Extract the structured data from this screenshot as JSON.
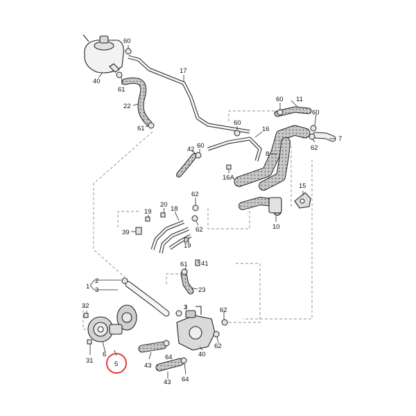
{
  "diagram": {
    "callouts": [
      "40",
      "60",
      "61",
      "22",
      "61",
      "17",
      "60",
      "11",
      "60",
      "60",
      "16",
      "8",
      "7",
      "62",
      "42",
      "60",
      "16A",
      "15",
      "10",
      "62",
      "62",
      "19",
      "20",
      "18",
      "39",
      "19",
      "61",
      "41",
      "23",
      "1",
      "2",
      "3",
      "32",
      "3",
      "62",
      "62",
      "31",
      "6",
      "5",
      "43",
      "43",
      "64",
      "64",
      "40"
    ],
    "highlighted_callout": "5",
    "colors": {
      "line": "#222222",
      "hose_fill": "#bdbdbd",
      "highlight_ring": "#e53935",
      "background": "#ffffff"
    }
  }
}
